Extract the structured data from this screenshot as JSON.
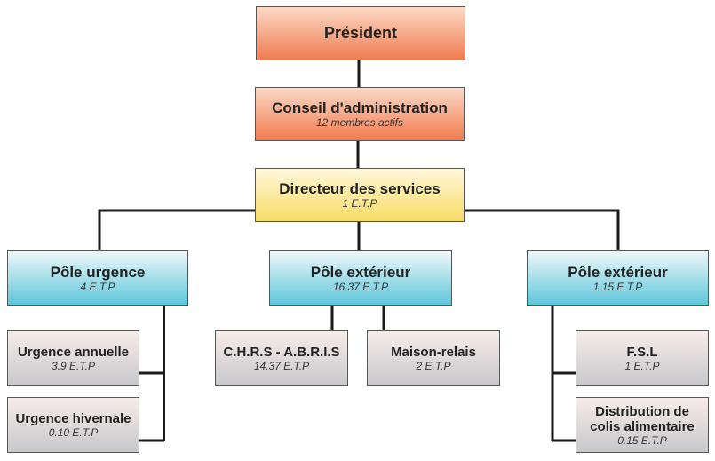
{
  "president": {
    "title": "Président"
  },
  "conseil": {
    "title": "Conseil d'administration",
    "subtitle": "12 membres actifs"
  },
  "directeur": {
    "title": "Directeur des services",
    "subtitle": "1 E.T.P"
  },
  "poles": [
    {
      "title": "Pôle urgence",
      "subtitle": "4 E.T.P",
      "children": [
        {
          "title": "Urgence annuelle",
          "subtitle": "3.9 E.T.P"
        },
        {
          "title": "Urgence hivernale",
          "subtitle": "0.10 E.T.P"
        }
      ]
    },
    {
      "title": "Pôle extérieur",
      "subtitle": "16.37 E.T.P",
      "children": [
        {
          "title": "C.H.R.S - A.B.R.I.S",
          "subtitle": "14.37 E.T.P"
        },
        {
          "title": "Maison-relais",
          "subtitle": "2 E.T.P"
        }
      ]
    },
    {
      "title": "Pôle extérieur",
      "subtitle": "1.15 E.T.P",
      "children": [
        {
          "title": "F.S.L",
          "subtitle": "1 E.T.P"
        },
        {
          "title": "Distribution de colis alimentaire",
          "subtitle": "0.15 E.T.P"
        }
      ]
    }
  ]
}
